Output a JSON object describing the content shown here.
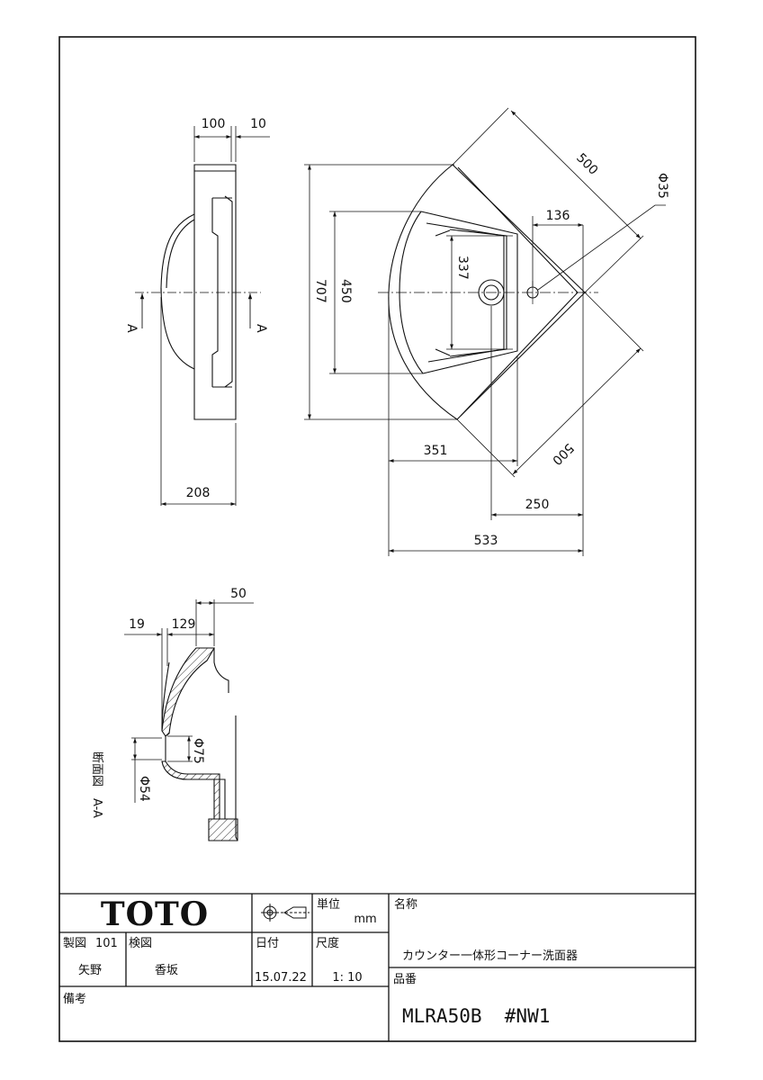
{
  "drawing": {
    "top_view": {
      "dim_100": "100",
      "dim_10": "10",
      "dim_208": "208",
      "section_mark_left": "A",
      "section_mark_right": "A"
    },
    "plan_view": {
      "dim_500_top": "500",
      "dim_phi35": "Φ35",
      "dim_136": "136",
      "dim_337": "337",
      "dim_450": "450",
      "dim_707": "707",
      "dim_500_bottom": "500",
      "dim_351": "351",
      "dim_250": "250",
      "dim_533": "533"
    },
    "section_view": {
      "dim_50": "50",
      "dim_19": "19",
      "dim_129": "129",
      "dim_phi75": "Φ75",
      "dim_phi54": "Φ54",
      "caption": "断面図　A-A"
    }
  },
  "title_block": {
    "brand": "TOTO",
    "unit_label": "単位",
    "unit_value": "mm",
    "name_label": "名称",
    "product_name": "カウンター一体形コーナー洗面器",
    "drawn_label": "製図",
    "drawn_no": "101",
    "drawn_by": "矢野",
    "checked_label": "検図",
    "checked_by": "香坂",
    "date_label": "日付",
    "date_value": "15.07.22",
    "scale_label": "尺度",
    "scale_value": "1: 10",
    "partno_label": "品番",
    "part_number": "MLRA50B  #NW1",
    "remarks_label": "備考"
  }
}
